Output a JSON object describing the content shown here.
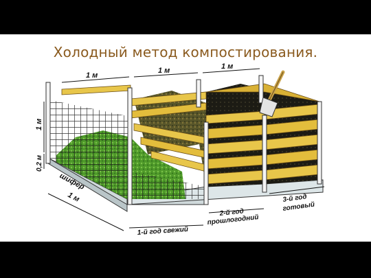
{
  "slide": {
    "title": "Холодный метод компостирования."
  },
  "diagram": {
    "dimensions": {
      "top_1": "1 м",
      "top_2": "1 м",
      "top_3": "1 м",
      "height": "1 м",
      "base_height": "0,2 м",
      "depth": "1 м"
    },
    "slate_label": "шифер",
    "stages": {
      "year1": "1-й год свежий",
      "year2_line1": "2-й год",
      "year2_line2": "прошлогодний",
      "year3_line1": "3-й год",
      "year3_line2": "готовый"
    },
    "colors": {
      "title": "#8a5a1e",
      "compost_fresh": "#4f9a2a",
      "compost_old": "#4a4a20",
      "compost_ready": "#1a1a14",
      "wood": "#e8c64a",
      "slate": "#dde6e8"
    }
  }
}
